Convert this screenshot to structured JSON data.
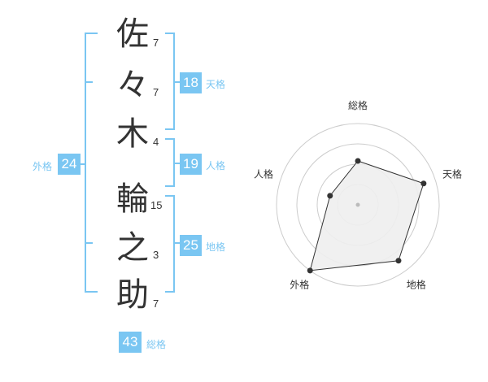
{
  "characters": [
    {
      "char": "佐",
      "strokes": "7"
    },
    {
      "char": "々",
      "strokes": "7"
    },
    {
      "char": "木",
      "strokes": "4"
    },
    {
      "char": "輪",
      "strokes": "15"
    },
    {
      "char": "之",
      "strokes": "3"
    },
    {
      "char": "助",
      "strokes": "7"
    }
  ],
  "fortunes": {
    "tenkaku": {
      "value": "18",
      "label": "天格"
    },
    "jinkaku": {
      "value": "19",
      "label": "人格"
    },
    "chikaku": {
      "value": "25",
      "label": "地格"
    },
    "gaikaku": {
      "value": "24",
      "label": "外格"
    },
    "soukaku": {
      "value": "43",
      "label": "総格"
    }
  },
  "chart_data": {
    "type": "radar",
    "axes": [
      "総格",
      "天格",
      "地格",
      "外格",
      "人格"
    ],
    "values": [
      0.54,
      0.85,
      0.85,
      1.0,
      0.36
    ],
    "grid_rings": 4,
    "colors": {
      "fill": "#eeeeee",
      "line": "#333333",
      "grid": "#cccccc",
      "accent": "#7ac6f2"
    }
  }
}
